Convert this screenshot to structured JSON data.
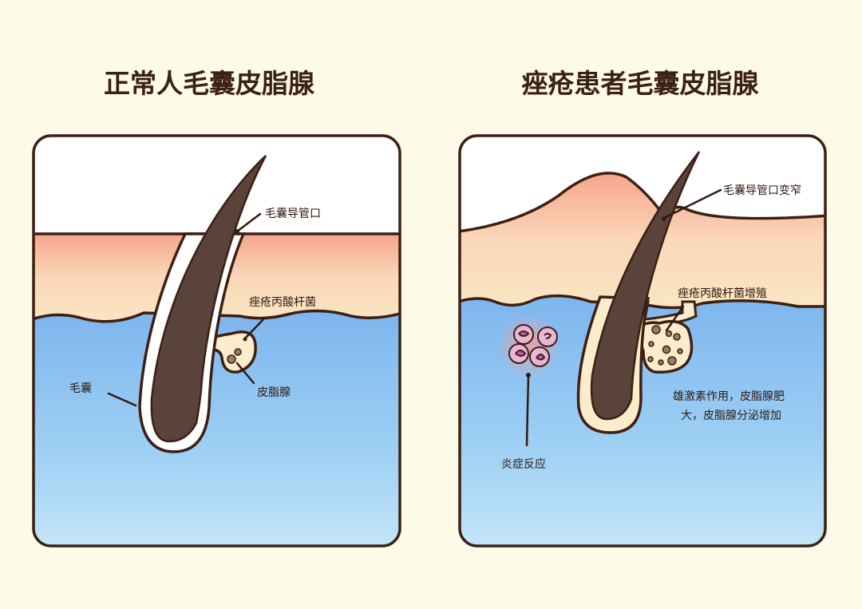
{
  "titles": {
    "normal": "正常人毛囊皮脂腺",
    "acne": "痤疮患者毛囊皮脂腺"
  },
  "normal_panel": {
    "duct_opening": "毛囊导管口",
    "bacteria": "痤疮丙酸杆菌",
    "sebaceous_gland": "皮脂腺",
    "follicle": "毛囊"
  },
  "acne_panel": {
    "duct_narrowing": "毛囊导管口变窄",
    "bacteria_proliferation": "痤疮丙酸杆菌增殖",
    "androgen_line1": "雄激素作用，皮脂腺肥",
    "androgen_line2": "大，皮脂腺分泌增加",
    "inflammation": "炎症反应"
  },
  "colors": {
    "background": "#fdfbe7",
    "outline": "#3d1f14",
    "hair": "#5a433b",
    "epidermis_top": "#f6a48e",
    "epidermis_bottom": "#fbe8c2",
    "dermis_top": "#7db6ee",
    "dermis_bottom": "#c4e6f8",
    "gland": "#fbeccb",
    "cell": "#c87bb0"
  }
}
